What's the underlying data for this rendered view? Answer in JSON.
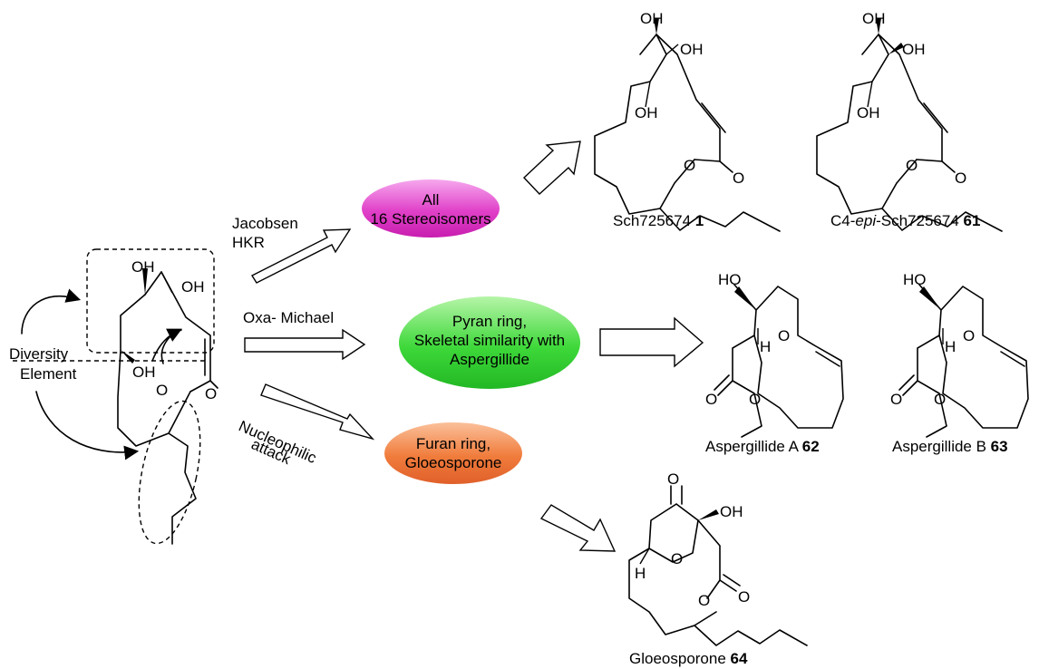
{
  "diversity_label": [
    "Diversity",
    "Element"
  ],
  "start_atoms": [
    "OH",
    "OH",
    "OH",
    "O",
    "O"
  ],
  "routes": [
    {
      "reagent": [
        "Jacobsen",
        "HKR"
      ],
      "outcome": [
        "All",
        "16 Stereoisomers"
      ],
      "color": "#e040c8"
    },
    {
      "reagent": [
        "Oxa- Michael"
      ],
      "outcome": [
        "Pyran ring,",
        "Skeletal similarity with",
        "Aspergillide"
      ],
      "color": "#3ed83a"
    },
    {
      "reagent": [
        "Nucleophilic",
        "attack"
      ],
      "outcome": [
        "Furan ring,",
        "Gloeosporone"
      ],
      "color": "#f07c3c"
    }
  ],
  "products": [
    {
      "name": "Sch725674 ",
      "bold": "1",
      "atoms": [
        "OH",
        "OH",
        "OH",
        "O",
        "O"
      ]
    },
    {
      "name": "C4-",
      "italic": "epi",
      "name_suffix": "-Sch725674 ",
      "bold": "61",
      "atoms": [
        "OH",
        "OH",
        "OH",
        "O",
        "O"
      ]
    },
    {
      "name": "Aspergillide A ",
      "bold": "62",
      "atoms": [
        "HO",
        "H",
        "O",
        "O",
        "O"
      ]
    },
    {
      "name": "Aspergillide B ",
      "bold": "63",
      "atoms": [
        "HO",
        "H",
        "O",
        "O",
        "O"
      ]
    },
    {
      "name": "Gloeosporone ",
      "bold": "64",
      "atoms": [
        "O",
        "OH",
        "O",
        "H",
        "O",
        "O"
      ]
    }
  ]
}
